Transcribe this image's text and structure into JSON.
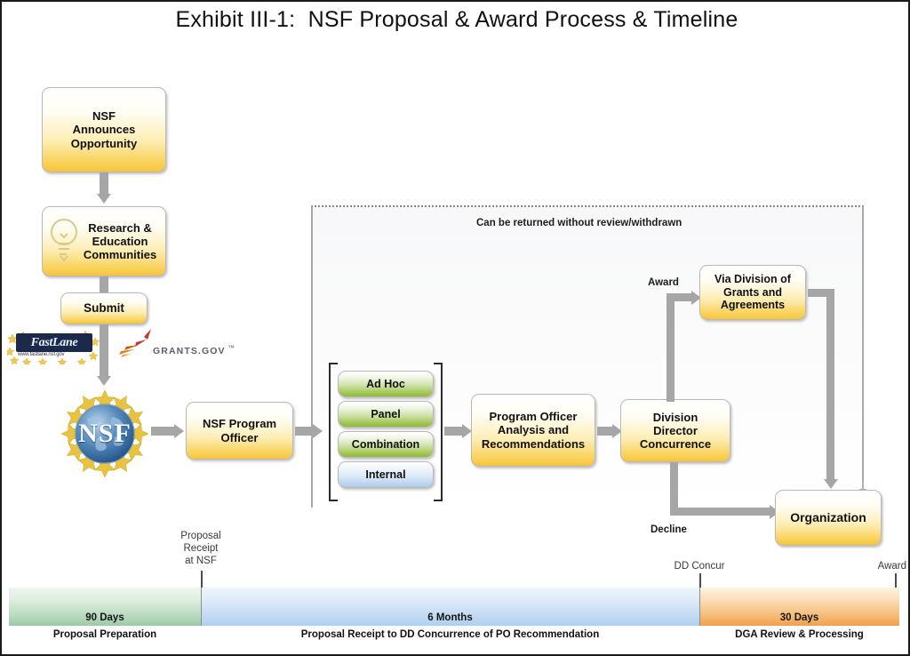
{
  "title": "Exhibit III-1:  NSF Proposal & Award Process & Timeline",
  "flow": {
    "nsf_announces": "NSF\nAnnounces\nOpportunity",
    "research_education": "Research &\nEducation\nCommunities",
    "submit": "Submit",
    "program_officer": "NSF Program\nOfficer",
    "po_analysis": "Program Officer\nAnalysis and\nRecommendations",
    "dd_concurrence": "Division\nDirector\nConcurrence",
    "dga": "Via Division of\nGrants and\nAgreements",
    "organization": "Organization"
  },
  "review_types": [
    {
      "label": "Ad Hoc",
      "color": "green"
    },
    {
      "label": "Panel",
      "color": "green"
    },
    {
      "label": "Combination",
      "color": "green"
    },
    {
      "label": "Internal",
      "color": "blue"
    }
  ],
  "dashed_note": "Can be returned without review/withdrawn",
  "edge_labels": {
    "award": "Award",
    "decline": "Decline"
  },
  "logos": {
    "fastlane": "FastLane",
    "fastlane_url": "www.fastlane.nsf.gov",
    "grants_gov": "GRANTS.GOV",
    "nsf_seal": "NSF"
  },
  "timeline": {
    "segments": [
      {
        "duration": "90 Days",
        "caption": "Proposal Preparation",
        "color": "#9cc9a8"
      },
      {
        "duration": "6 Months",
        "caption": "Proposal Receipt to DD Concurrence of PO Recommendation",
        "color": "#aed0ee"
      },
      {
        "duration": "30 Days",
        "caption": "DGA Review & Processing",
        "color": "#f0a04e"
      }
    ],
    "milestones": [
      {
        "label": "Proposal\nReceipt\nat NSF"
      },
      {
        "label": "DD Concur"
      },
      {
        "label": "Award"
      }
    ]
  },
  "colors": {
    "gold": "#f9cf53",
    "green": "#9cc24a",
    "blue": "#aecbea",
    "connector": "#a6a6a6",
    "border": "#b9b9b9"
  }
}
